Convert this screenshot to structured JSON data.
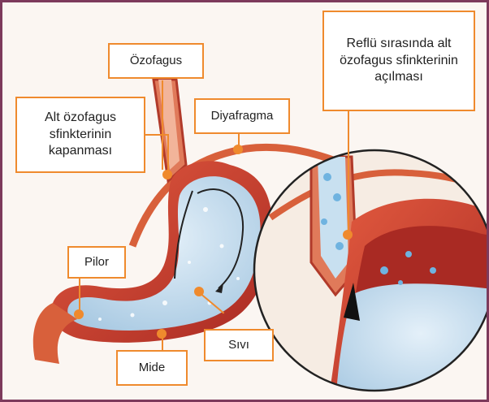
{
  "labels": {
    "ozofagus": "Özofagus",
    "alt_sfinkter": "Alt özofagus sfinkterinin kapanması",
    "diyafragma": "Diyafragma",
    "reflu": "Reflü sırasında alt özofagus sfinkterinin açılması",
    "pilor": "Pilor",
    "sivi": "Sıvı",
    "mide": "Mide"
  },
  "colors": {
    "accent": "#ef8a2d",
    "frame": "#7d3a5c",
    "tissue": "#c7402e",
    "fluid": "#bcd6ea"
  }
}
